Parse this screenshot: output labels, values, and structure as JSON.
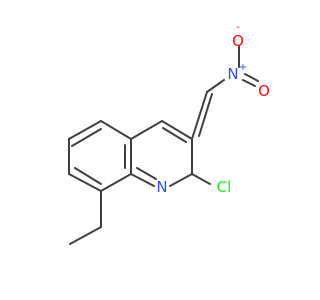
{
  "molecule": {
    "atoms": {
      "nitrogen_ring": {
        "label": "N",
        "color": "#3050F8"
      },
      "chlorine": {
        "label": "Cl",
        "color": "#1FF01F"
      },
      "nitro_nitrogen": {
        "label": "N",
        "charge": "+",
        "color": "#3050F8"
      },
      "nitro_oxygen_top": {
        "label": "O",
        "charge": "-",
        "color": "#FF0D0D"
      },
      "nitro_oxygen_bottom": {
        "label": "O",
        "color": "#FF0D0D"
      }
    },
    "bond_color": "#404040"
  }
}
